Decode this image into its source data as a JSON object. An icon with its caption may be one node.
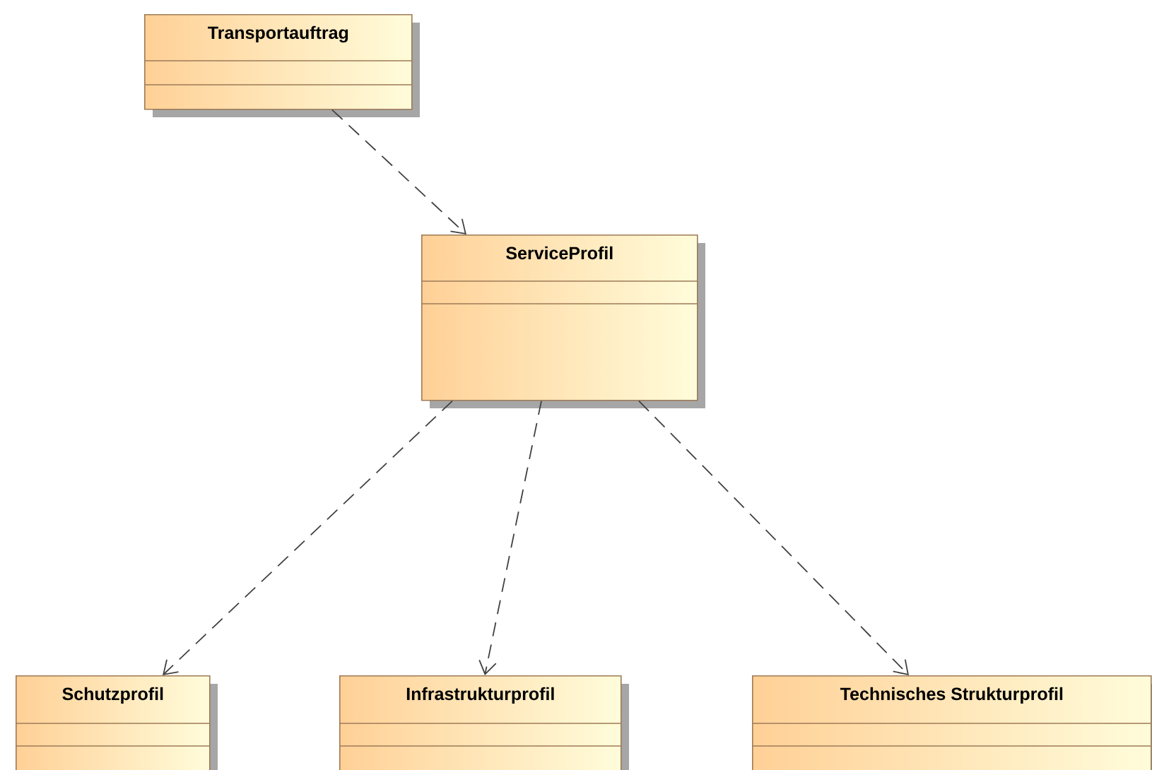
{
  "diagram": {
    "nodes": [
      {
        "text": [
          "Transportauftrag"
        ]
      },
      {
        "text": [
          "ServiceProfil"
        ]
      },
      {
        "text": [
          "Schutzprofil"
        ]
      },
      {
        "text": [
          "Infrastrukturprofil"
        ]
      },
      {
        "text": [
          "Technisches Strukturprofil"
        ]
      }
    ],
    "edges": [
      {
        "from": 0,
        "to": 1,
        "arrow": "to",
        "style": "dashed"
      },
      {
        "from": 1,
        "to": 2,
        "arrow": "to",
        "style": "dashed"
      },
      {
        "from": 1,
        "to": 3,
        "arrow": "to",
        "style": "dashed"
      },
      {
        "from": 1,
        "to": 4,
        "arrow": "to",
        "style": "dashed"
      }
    ]
  }
}
